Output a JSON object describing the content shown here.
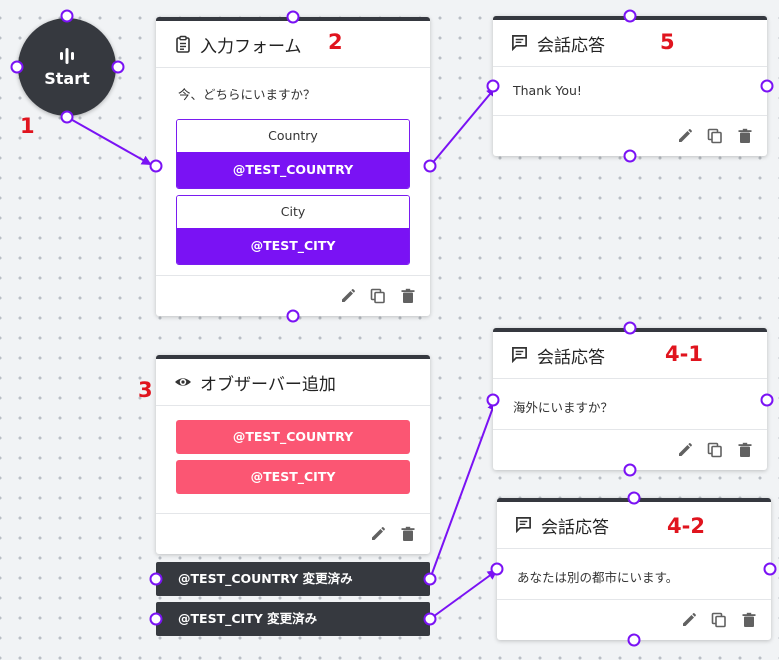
{
  "start": {
    "label": "Start"
  },
  "form_node": {
    "title": "入力フォーム",
    "question": "今、どちらにいますか？",
    "fields": [
      {
        "label": "Country",
        "value": "@TEST_COUNTRY"
      },
      {
        "label": "City",
        "value": "@TEST_CITY"
      }
    ]
  },
  "observer_node": {
    "title": "オブザーバー追加",
    "variables": [
      "@TEST_COUNTRY",
      "@TEST_CITY"
    ],
    "outputs": [
      "@TEST_COUNTRY 変更済み",
      "@TEST_CITY 変更済み"
    ]
  },
  "reply_nodes": [
    {
      "title": "会話応答",
      "message": "Thank You!"
    },
    {
      "title": "会話応答",
      "message": "海外にいますか？"
    },
    {
      "title": "会話応答",
      "message": "あなたは別の都市にいます。"
    }
  ],
  "annotations": [
    "1",
    "2",
    "3",
    "4-1",
    "4-2",
    "5"
  ],
  "colors": {
    "accent": "#7a12f4",
    "observer": "#fb5673",
    "dark": "#36393f",
    "annotation": "#e0141e"
  },
  "icons": {
    "start": "audio-bars-icon",
    "form": "clipboard-icon",
    "observer": "eye-icon",
    "reply": "chat-bubble-icon",
    "edit": "pencil-icon",
    "copy": "copy-icon",
    "delete": "trash-icon"
  }
}
